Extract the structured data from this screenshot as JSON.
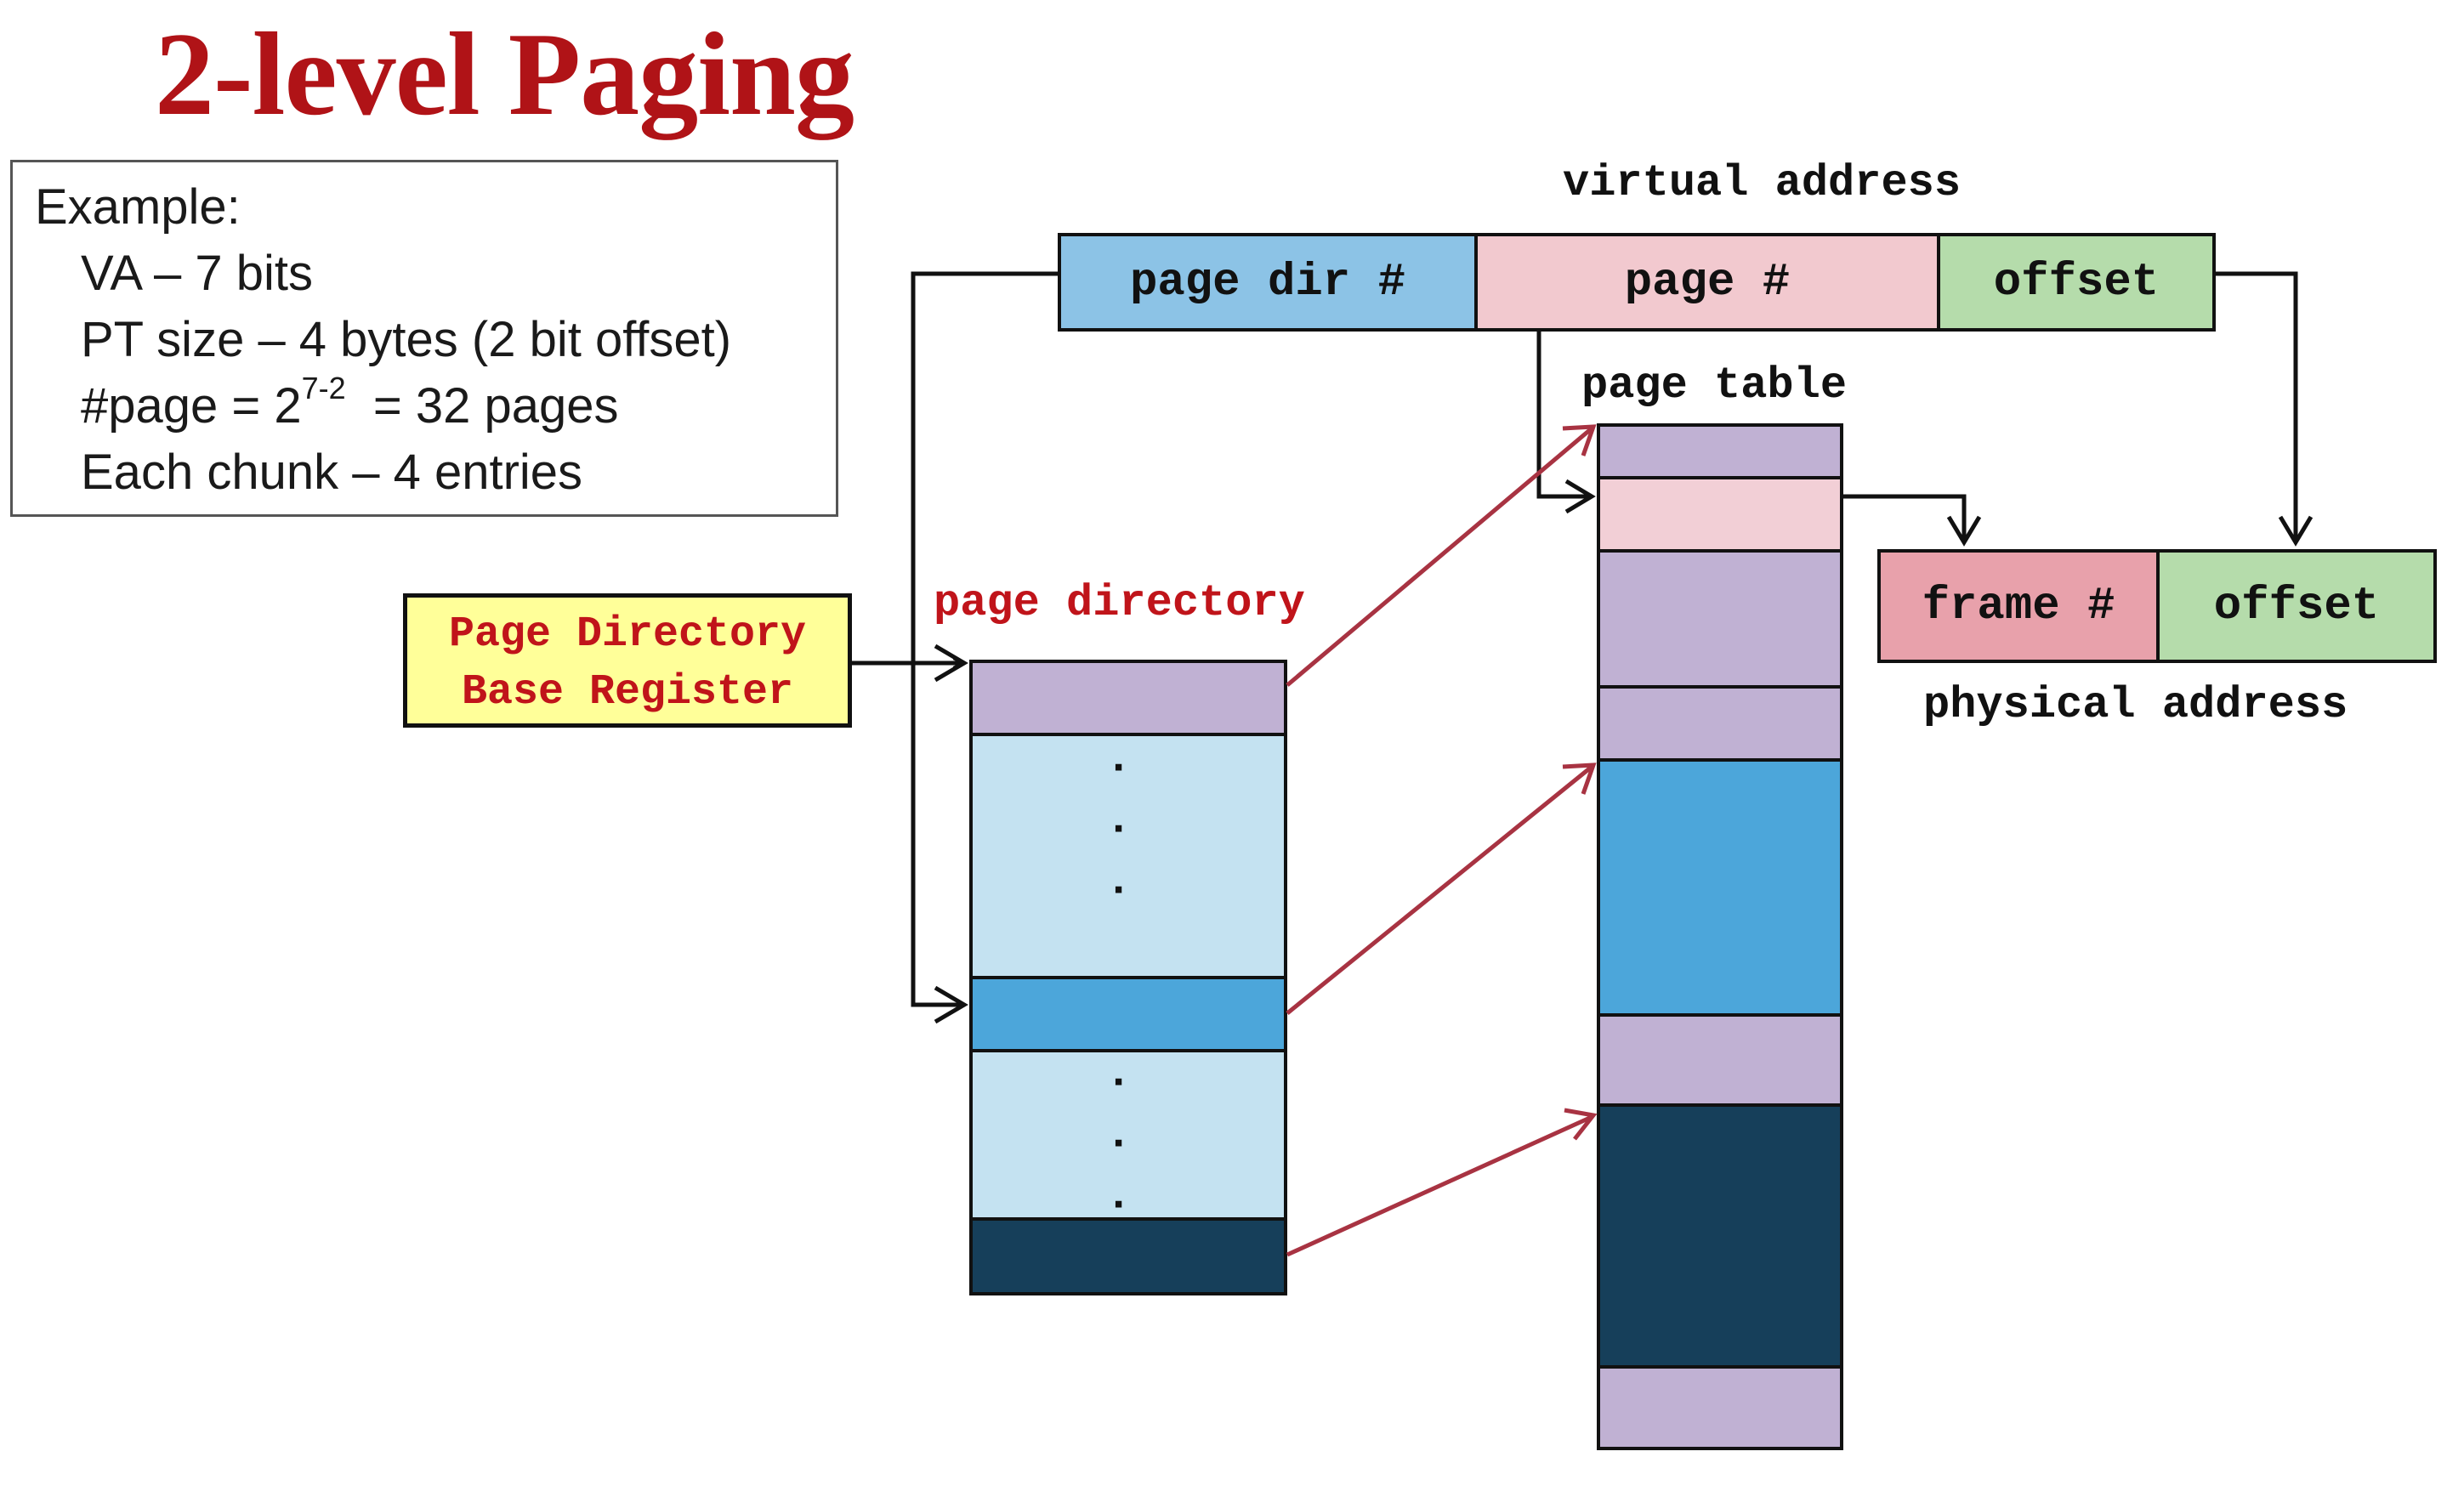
{
  "title": "2-level Paging",
  "example": {
    "heading": "Example:",
    "va": "VA – 7 bits",
    "pt_size": "PT size – 4 bytes (2 bit offset)",
    "page_count_prefix": "#page = 2",
    "page_count_exp": "7-2",
    "page_count_suffix": "  = 32 pages",
    "chunk": "Each chunk – 4 entries"
  },
  "pdbr": {
    "line1": "Page Directory",
    "line2": "Base Register"
  },
  "virtual_address": {
    "label": "virtual address",
    "fields": [
      "page dir #",
      "page #",
      "offset"
    ]
  },
  "physical_address": {
    "label": "physical address",
    "fields": [
      "frame #",
      "offset"
    ]
  },
  "page_directory": {
    "label": "page directory",
    "ellipsis": "·"
  },
  "page_table": {
    "label": "page table"
  },
  "colors": {
    "title": "#b01317",
    "page_dir_field": "#8cc3e6",
    "page_field": "#f2c9cf",
    "offset_field": "#b5dcab",
    "frame_field": "#e8a1ab",
    "lavender": "#c0b1d3",
    "light_blue": "#c4e2f1",
    "mid_blue": "#4ca6da",
    "dark_navy": "#163f5a",
    "pink": "#f2cfd6",
    "pdbr_bg": "#ffff99",
    "pointer_arrow": "#a83342"
  }
}
